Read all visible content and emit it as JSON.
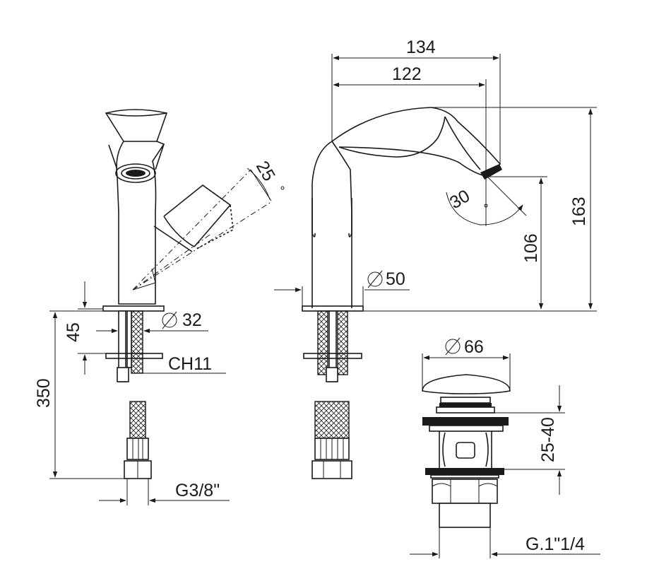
{
  "dimensions": {
    "width_134": "134",
    "width_122": "122",
    "height_163": "163",
    "height_106": "106",
    "diameter_50": "50",
    "diameter_32": "32",
    "diameter_66": "66",
    "angle_25": "25",
    "angle_30": "30",
    "height_45": "45",
    "length_350": "350",
    "wrench_ch11": "CH11",
    "thread_g38": "G3/8\"",
    "waste_range": "25-40",
    "thread_g114": "G.1\"1/4"
  },
  "colors": {
    "ink": "#1a1a1a",
    "paper": "#ffffff"
  }
}
